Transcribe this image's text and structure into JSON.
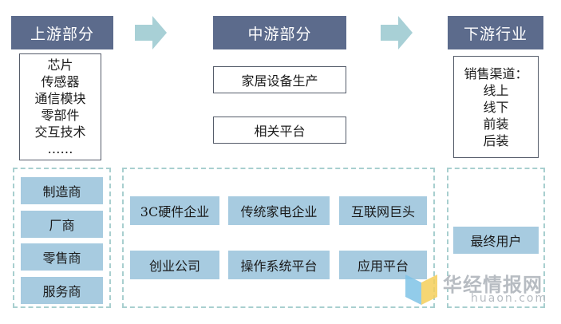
{
  "upstream": {
    "title": "上游部分",
    "items": [
      "芯片",
      "传感器",
      "通信模块",
      "零部件",
      "交互技术",
      "……"
    ],
    "roles": [
      "制造商",
      "厂商",
      "零售商",
      "服务商"
    ]
  },
  "midstream": {
    "title": "中游部分",
    "boxes": [
      "家居设备生产",
      "相关平台"
    ],
    "companies": [
      "3C硬件企业",
      "传统家电企业",
      "互联网巨头",
      "创业公司",
      "操作系统平台",
      "应用平台"
    ]
  },
  "downstream": {
    "title": "下游行业",
    "channel_title": "销售渠道：",
    "channels": [
      "线上",
      "线下",
      "前装",
      "后装"
    ],
    "end_user": "最终用户"
  },
  "watermark": {
    "cn": "华经情报网",
    "url": "huaon.com"
  },
  "colors": {
    "header": "#5c6b8c",
    "arrow": "#a8d0d6",
    "chip": "#a7cbe0",
    "dashed": "#a8cfcf"
  }
}
